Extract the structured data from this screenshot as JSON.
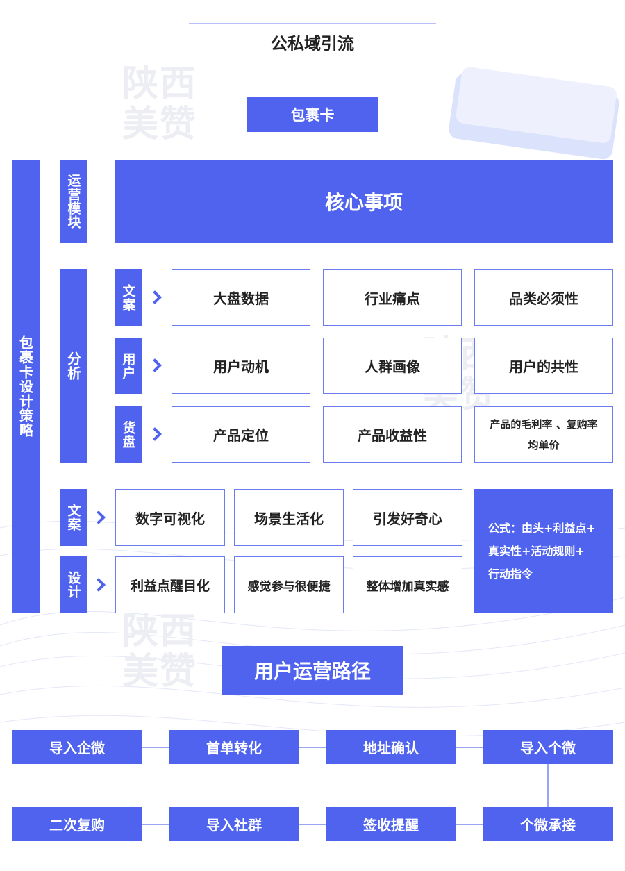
{
  "header": {
    "title": "公私域引流"
  },
  "watermark": {
    "line1": "陕西",
    "line2": "美赞"
  },
  "top": {
    "card_label": "包裹卡",
    "side_label": "包裹卡设计策略",
    "ops_module_label": "运营模块",
    "core_label": "核心事项"
  },
  "analysis": {
    "label": "分析",
    "rows": [
      {
        "label": "文案",
        "cells": [
          "大盘数据",
          "行业痛点",
          "品类必须性"
        ]
      },
      {
        "label": "用户",
        "cells": [
          "用户动机",
          "人群画像",
          "用户的共性"
        ]
      },
      {
        "label": "货盘",
        "cells": [
          "产品定位",
          "产品收益性",
          "产品的毛利率 、复购率",
          "均单价"
        ]
      }
    ]
  },
  "copy_design": {
    "rows": [
      {
        "label": "文案",
        "cells": [
          "数字可视化",
          "场景生活化",
          "引发好奇心"
        ]
      },
      {
        "label": "设计",
        "cells": [
          "利益点醒目化",
          "感觉参与很便捷",
          "整体增加真实感"
        ]
      }
    ],
    "formula_lines": [
      "公式：由头+利益点+",
      "真实性+活动规则+",
      "行动指令"
    ]
  },
  "path": {
    "title": "用户运营路径",
    "row1": [
      "导入企微",
      "首单转化",
      "地址确认",
      "导入个微"
    ],
    "row2": [
      "二次复购",
      "导入社群",
      "签收提醒",
      "个微承接"
    ]
  }
}
